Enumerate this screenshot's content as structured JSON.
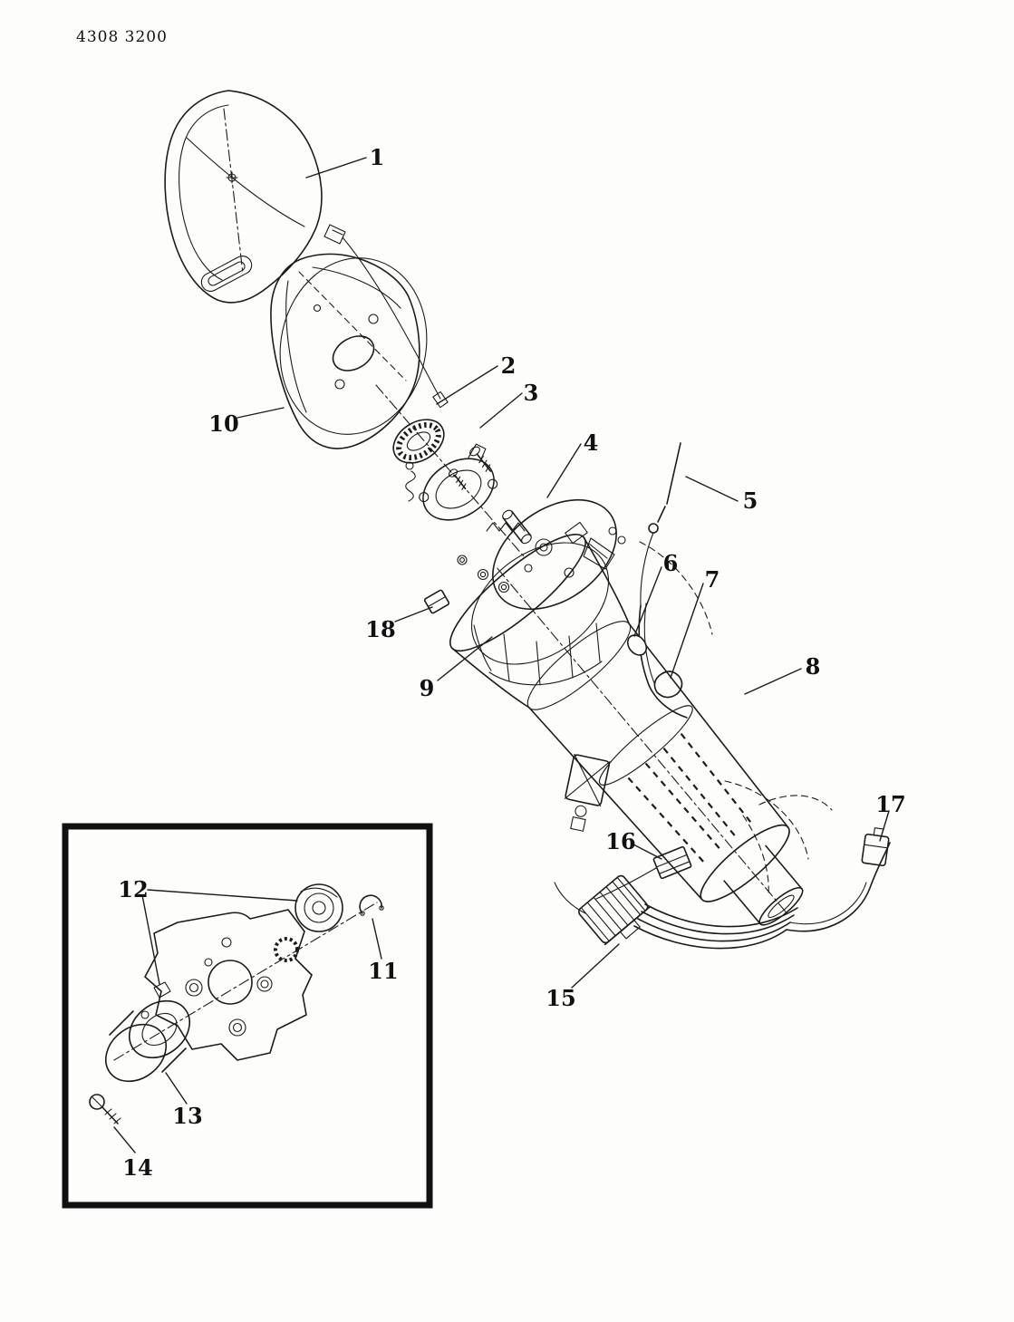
{
  "page": {
    "drawing_number": "4308 3200",
    "background": "#fdfdfb",
    "line_color": "#1c1c1c"
  },
  "callouts": [
    {
      "label": "1"
    },
    {
      "label": "2"
    },
    {
      "label": "3"
    },
    {
      "label": "4"
    },
    {
      "label": "5"
    },
    {
      "label": "6"
    },
    {
      "label": "7"
    },
    {
      "label": "8"
    },
    {
      "label": "9"
    },
    {
      "label": "10"
    },
    {
      "label": "11"
    },
    {
      "label": "12"
    },
    {
      "label": "13"
    },
    {
      "label": "14"
    },
    {
      "label": "15"
    },
    {
      "label": "16"
    },
    {
      "label": "17"
    },
    {
      "label": "18"
    }
  ]
}
